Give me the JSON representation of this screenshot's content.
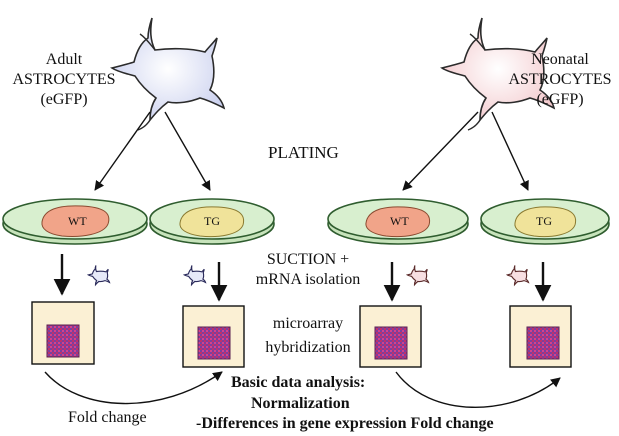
{
  "groups": {
    "adult": {
      "line1": "Adult",
      "line2": "ASTROCYTES",
      "line3": "(eGFP)"
    },
    "neonatal": {
      "line1": "Neonatal",
      "line2": "ASTROCYTES",
      "line3": "(eGFP)"
    }
  },
  "steps": {
    "plating": "PLATING",
    "suction_line1": "SUCTION +",
    "suction_line2": "mRNA isolation",
    "microarray_line1": "microarray",
    "microarray_line2": "hybridization"
  },
  "dishes": {
    "adult_wt": "WT",
    "adult_tg": "TG",
    "neonatal_wt": "WT",
    "neonatal_tg": "TG"
  },
  "analysis": {
    "fold_change_left": "Fold change",
    "line1": "Basic data analysis:",
    "line2": "Normalization",
    "line3": "-Differences in gene expression Fold change"
  },
  "colors": {
    "adult_cell": "#dfe3f5",
    "neonatal_cell": "#f7d6d9",
    "dish_fill": "#d3eccb",
    "dish_rim": "#2f5d2f",
    "wt_tissue": "#f1a489",
    "tg_tissue": "#f0e39a",
    "chip_frame": "#fbf0d4",
    "chip_grid": "#b72f6a"
  }
}
